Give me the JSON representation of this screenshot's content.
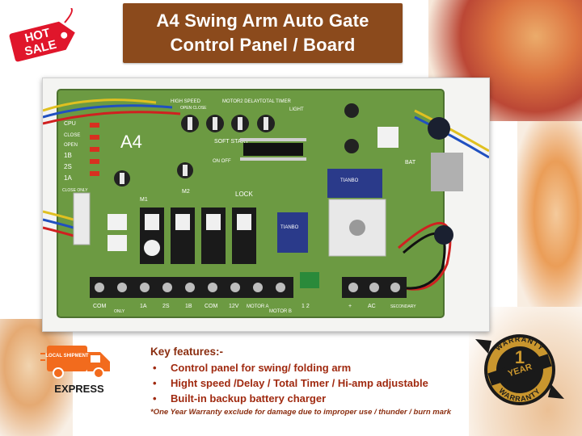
{
  "colors": {
    "banner": "#8b4a1c",
    "feature_text": "#a02a10",
    "hot_sale": "#e0162b",
    "express": "#f26b1d",
    "gold": "#c9962e"
  },
  "badge": {
    "line1": "HOT",
    "line2": "SALE"
  },
  "title": {
    "line1": "A4 Swing Arm Auto Gate",
    "line2": "Control Panel / Board"
  },
  "board": {
    "model": "A4",
    "soft_start": "SOFT START",
    "on_off": "ON  OFF",
    "top_labels": [
      "HIGH SPEED",
      "MOTOR2 DELAY",
      "TOTAL TIMER"
    ],
    "open_close": "OPEN CLOSE",
    "light": "LIGHT",
    "lock": "LOCK",
    "m1": "M1",
    "m2": "M2",
    "bat": "BAT",
    "relay_brand": "TIANBO",
    "side_labels": [
      "CPU",
      "CLOSE",
      "OPEN",
      "1B",
      "2S",
      "1A",
      "CLOSE ONLY"
    ],
    "terminals": [
      "COM",
      "ONLY",
      "1A",
      "2S",
      "1B",
      "COM",
      "12V",
      "MOTOR A",
      "MOTOR B"
    ],
    "small_terminal": "1  2",
    "right_terminals": [
      "+",
      "AC",
      "SECONDARY"
    ]
  },
  "express": {
    "top": "LOCAL SHIPMENT",
    "label": "EXPRESS"
  },
  "features": {
    "heading": "Key features:-",
    "items": [
      "Control panel for swing/ folding arm",
      "Hight speed /Delay / Total Timer / Hi-amp adjustable",
      "Built-in backup battery charger"
    ],
    "disclaimer": "*One Year Warranty exclude for damage due to improper use / thunder / burn mark"
  },
  "warranty": {
    "arc_top": "WARRANTY",
    "number": "1",
    "year": "YEAR",
    "arc_bottom": "WARRANTY"
  }
}
